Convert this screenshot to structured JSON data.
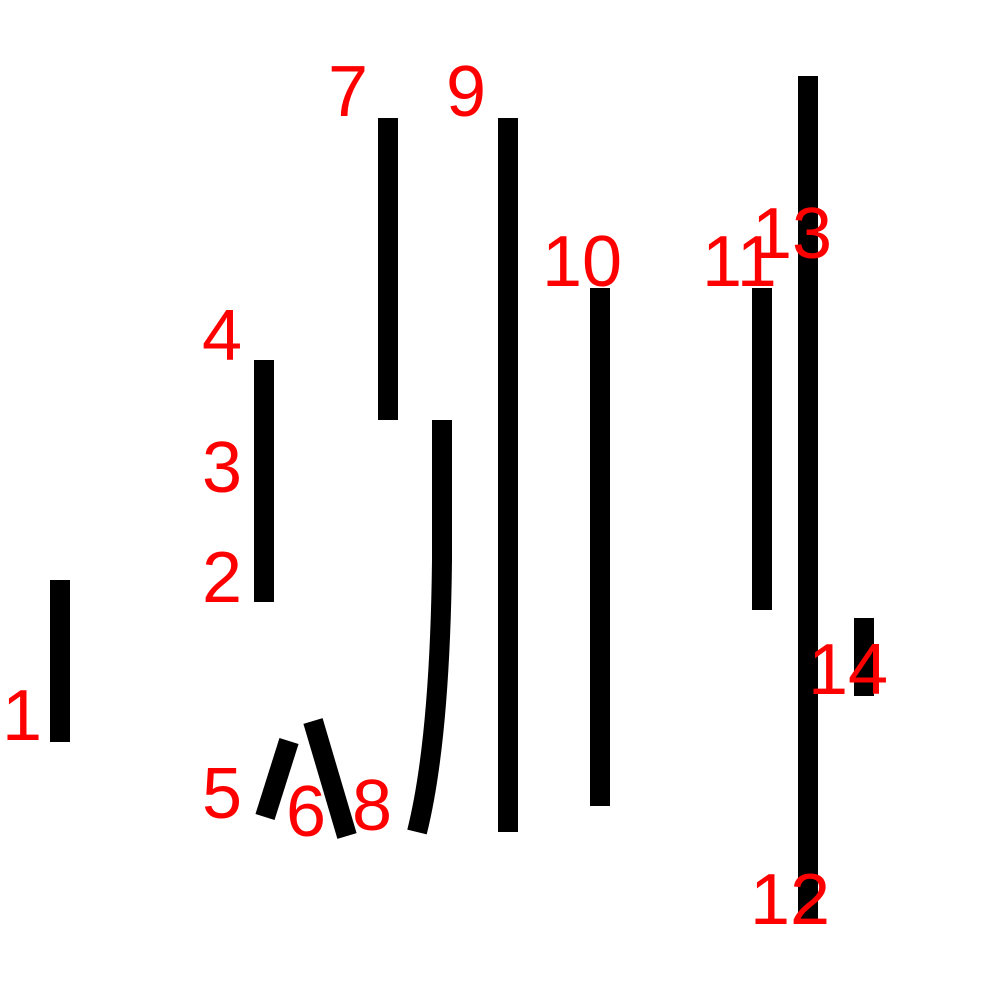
{
  "colors": {
    "stroke": "#000000",
    "label": "#ff0000",
    "background": "#ffffff"
  },
  "labels": {
    "l1": "1",
    "l2": "2",
    "l3": "3",
    "l4": "4",
    "l5": "5",
    "l6": "6",
    "l7": "7",
    "l8": "8",
    "l9": "9",
    "l10": "10",
    "l11": "11",
    "l12": "12",
    "l13": "13",
    "l14": "14"
  }
}
